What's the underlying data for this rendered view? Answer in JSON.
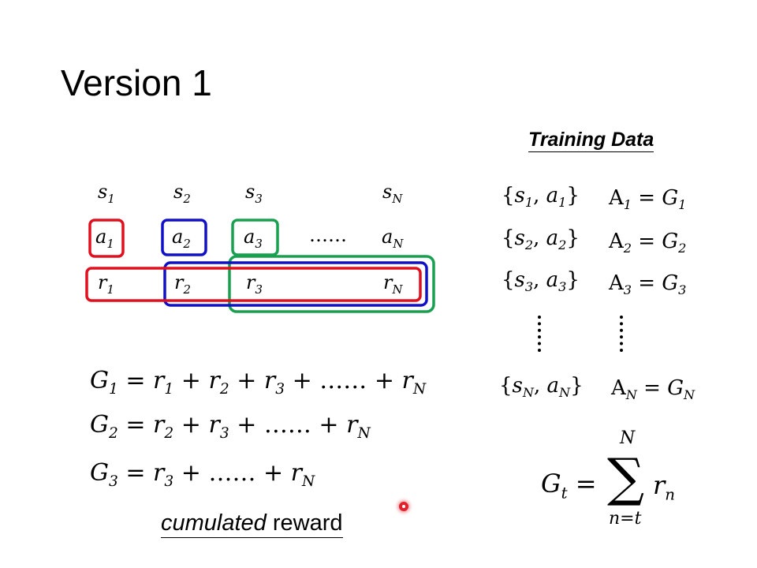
{
  "title": "Version 1",
  "training_data_label": "Training Data",
  "states": [
    "s1",
    "s2",
    "s3",
    "sN"
  ],
  "actions": [
    "a1",
    "a2",
    "a3",
    "aN"
  ],
  "ellipsis": "……",
  "rewards": [
    "r1",
    "r2",
    "r3",
    "rN"
  ],
  "cumulated_word": "cumulated",
  "reward_word": "reward",
  "colors": {
    "box1": "#e0101e",
    "box2": "#1010c8",
    "box3": "#18a050"
  }
}
